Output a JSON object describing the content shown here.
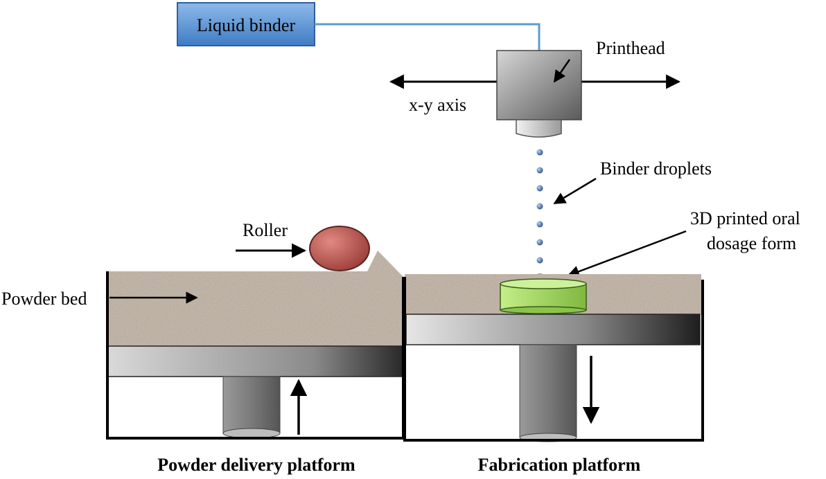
{
  "labels": {
    "liquid_binder": "Liquid binder",
    "printhead": "Printhead",
    "xy_axis": "x-y axis",
    "binder_droplets": "Binder droplets",
    "dosage_form_line1": "3D printed oral",
    "dosage_form_line2": "dosage form",
    "roller": "Roller",
    "powder_bed": "Powder bed",
    "powder_delivery_platform": "Powder delivery platform",
    "fabrication_platform": "Fabrication platform"
  },
  "colors": {
    "binder_box": "#5b93d4",
    "binder_line": "#5b9bd5",
    "roller": "#b85a55",
    "dosage_form": "#9fd35a",
    "powder": "#c4b9ad",
    "droplet": "#4f7fb8"
  }
}
